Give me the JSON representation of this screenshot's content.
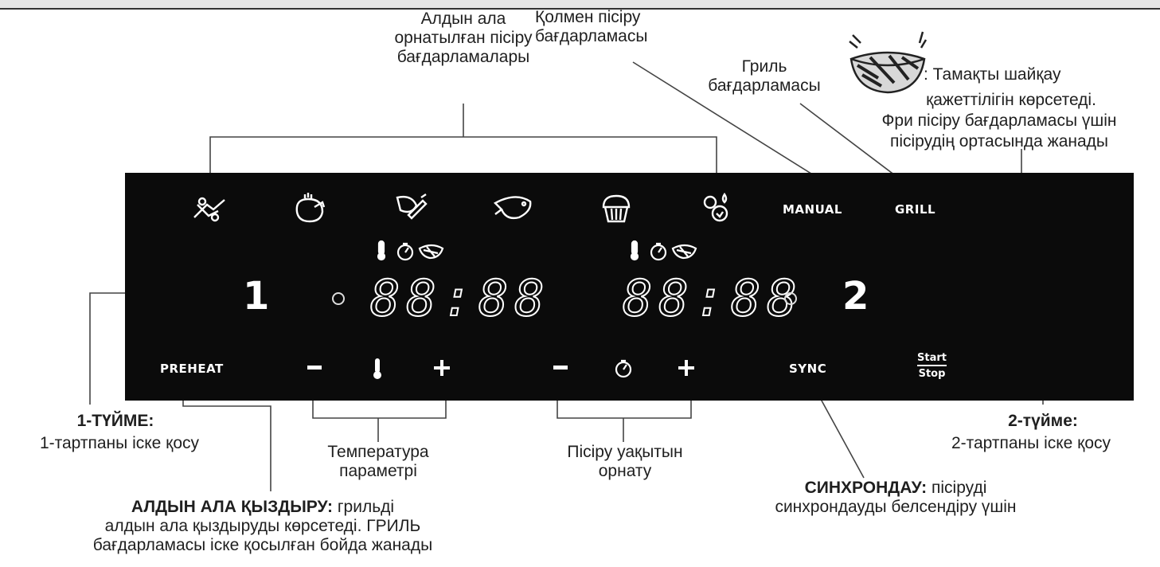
{
  "labels": {
    "preset_line1": "Алдын ала",
    "preset_line2": "орнатылған пісіру",
    "preset_line3": "бағдарламалары",
    "manual_line1": "Қолмен пісіру",
    "manual_line2": "бағдарламасы",
    "grill_line1": "Гриль",
    "grill_line2": "бағдарламасы",
    "shake_line1": ": Тамақты шайқау",
    "shake_line2": "қажеттілігін көрсетеді.",
    "shake_line3": "Фри пісіру бағдарламасы үшін",
    "shake_line4": "пісірудің ортасында жанады",
    "btn1_title": "1-ТҮЙМЕ:",
    "btn1_desc": "1-тартпаны іске қосу",
    "btn2_title": "2-түйме:",
    "btn2_desc": "2-тартпаны іске қосу",
    "temp_line1": "Температура",
    "temp_line2": "параметрі",
    "time_line1": "Пісіру уақытын",
    "time_line2": "орнату",
    "sync_title": "СИНХРОНДАУ:",
    "sync_desc1": " пісіруді",
    "sync_desc2": "синхрондауды белсендіру үшін",
    "preheat_title": "АЛДЫН АЛА ҚЫЗДЫРУ:",
    "preheat_desc1": " грильді",
    "preheat_desc2": "алдын ала қыздыруды көрсетеді. ГРИЛЬ",
    "preheat_desc3": "бағдарламасы іске қосылған бойда жанады"
  },
  "panel": {
    "manual": "MANUAL",
    "grill": "GRILL",
    "drawer1": "1",
    "drawer2": "2",
    "display1": "88:88",
    "display2": "88:88",
    "preheat": "PREHEAT",
    "sync": "SYNC",
    "start": "Start",
    "stop": "Stop"
  },
  "icons": [
    "chicken-wings-icon",
    "roast-chicken-icon",
    "vegetables-icon",
    "fish-icon",
    "muffin-icon",
    "dehydrate-icon",
    "thermometer-icon",
    "timer-icon",
    "shake-basket-icon"
  ]
}
